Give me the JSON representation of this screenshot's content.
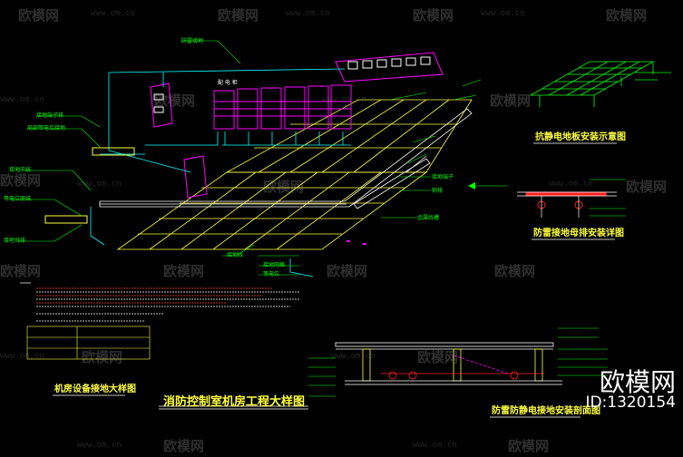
{
  "titles": {
    "main": "消防控制室机房工程大样图",
    "equipment_grounding": "机房设备接地大样图",
    "antistatic_floor": "抗静电地板安装示意图",
    "lightning_busbar": "防雷接地母排安装详图",
    "antistatic_grounding_section": "防雷防静电接地安装剖面图"
  },
  "watermark": {
    "brand": "欧模网",
    "url": "www.om.cn"
  },
  "brand_badge": {
    "name": "欧模网",
    "id": "ID:1320154"
  },
  "colors": {
    "background": "#000000",
    "grid": "#ffff40",
    "cyan": "#00ffff",
    "green": "#00ff00",
    "magenta": "#ff00ff",
    "red": "#ff2020",
    "white": "#ffffff",
    "blue": "#4080ff"
  }
}
